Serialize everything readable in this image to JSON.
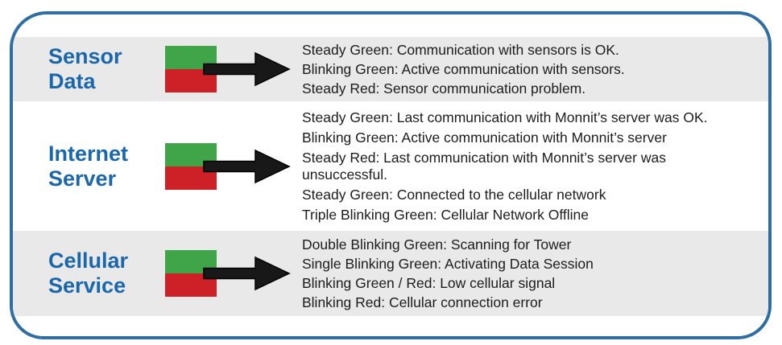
{
  "panel": {
    "border_color": "#2f6ea3",
    "band_color": "#e9e9e9",
    "led_green": "#3fa548",
    "led_red": "#ce2127",
    "arrow_color": "#181818",
    "label_color": "#1a67ab"
  },
  "rows": [
    {
      "label": "Sensor Data",
      "statuses": [
        "Steady Green: Communication with sensors is OK.",
        "Blinking Green: Active communication with sensors.",
        "Steady Red: Sensor communication problem."
      ]
    },
    {
      "label": "Internet Server",
      "statuses": [
        "Steady Green: Last communication with Monnit’s server was OK.",
        "Blinking Green: Active communication with Monnit’s server",
        "Steady Red: Last communication with Monnit’s server was unsuccessful.",
        "Steady Green: Connected to the cellular network",
        "Triple Blinking Green: Cellular Network Offline"
      ]
    },
    {
      "label": "Cellular Service",
      "statuses": [
        "Double Blinking Green: Scanning for Tower",
        "Single Blinking Green: Activating Data Session",
        "Blinking Green / Red: Low cellular signal",
        "Blinking Red: Cellular connection error"
      ]
    }
  ]
}
